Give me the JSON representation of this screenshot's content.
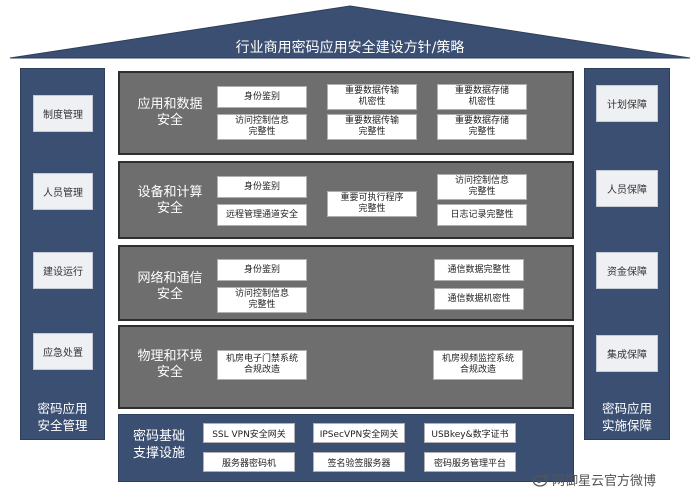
{
  "roof": {
    "title": "行业商用密码应用安全建设方针/策略"
  },
  "left_pillar": {
    "items": [
      "制度管理",
      "人员管理",
      "建设运行",
      "应急处置"
    ],
    "title": "密码应用\n安全管理"
  },
  "right_pillar": {
    "items": [
      "计划保障",
      "人员保障",
      "资金保障",
      "集成保障"
    ],
    "title": "密码应用\n实施保障"
  },
  "layers": [
    {
      "title": "应用和数据\n安全",
      "cells": [
        "身份鉴别",
        "访问控制信息\n完整性",
        "重要数据传输\n机密性",
        "重要数据传输\n完整性",
        "重要数据存储\n机密性",
        "重要数据存储\n完整性"
      ]
    },
    {
      "title": "设备和计算\n安全",
      "cells": [
        "身份鉴别",
        "远程管理通道安全",
        "重要可执行程序\n完整性",
        "访问控制信息\n完整性",
        "日志记录完整性"
      ]
    },
    {
      "title": "网络和通信\n安全",
      "cells": [
        "身份鉴别",
        "访问控制信息\n完整性",
        "通信数据完整性",
        "通信数据机密性"
      ]
    },
    {
      "title": "物理和环境\n安全",
      "cells": [
        "机房电子门禁系统\n合规改造",
        "机房视频监控系统\n合规改造"
      ]
    }
  ],
  "base": {
    "title": "密码基础\n支撑设施",
    "cells": [
      "SSL VPN安全网关",
      "IPSecVPN安全网关",
      "USBkey&数字证书",
      "服务器密码机",
      "签名验签服务器",
      "密码服务管理平台"
    ]
  },
  "watermark": {
    "text": "网御星云官方微博"
  },
  "colors": {
    "navy": "#3b4f72",
    "layer_gray": "#6e6e6e"
  }
}
